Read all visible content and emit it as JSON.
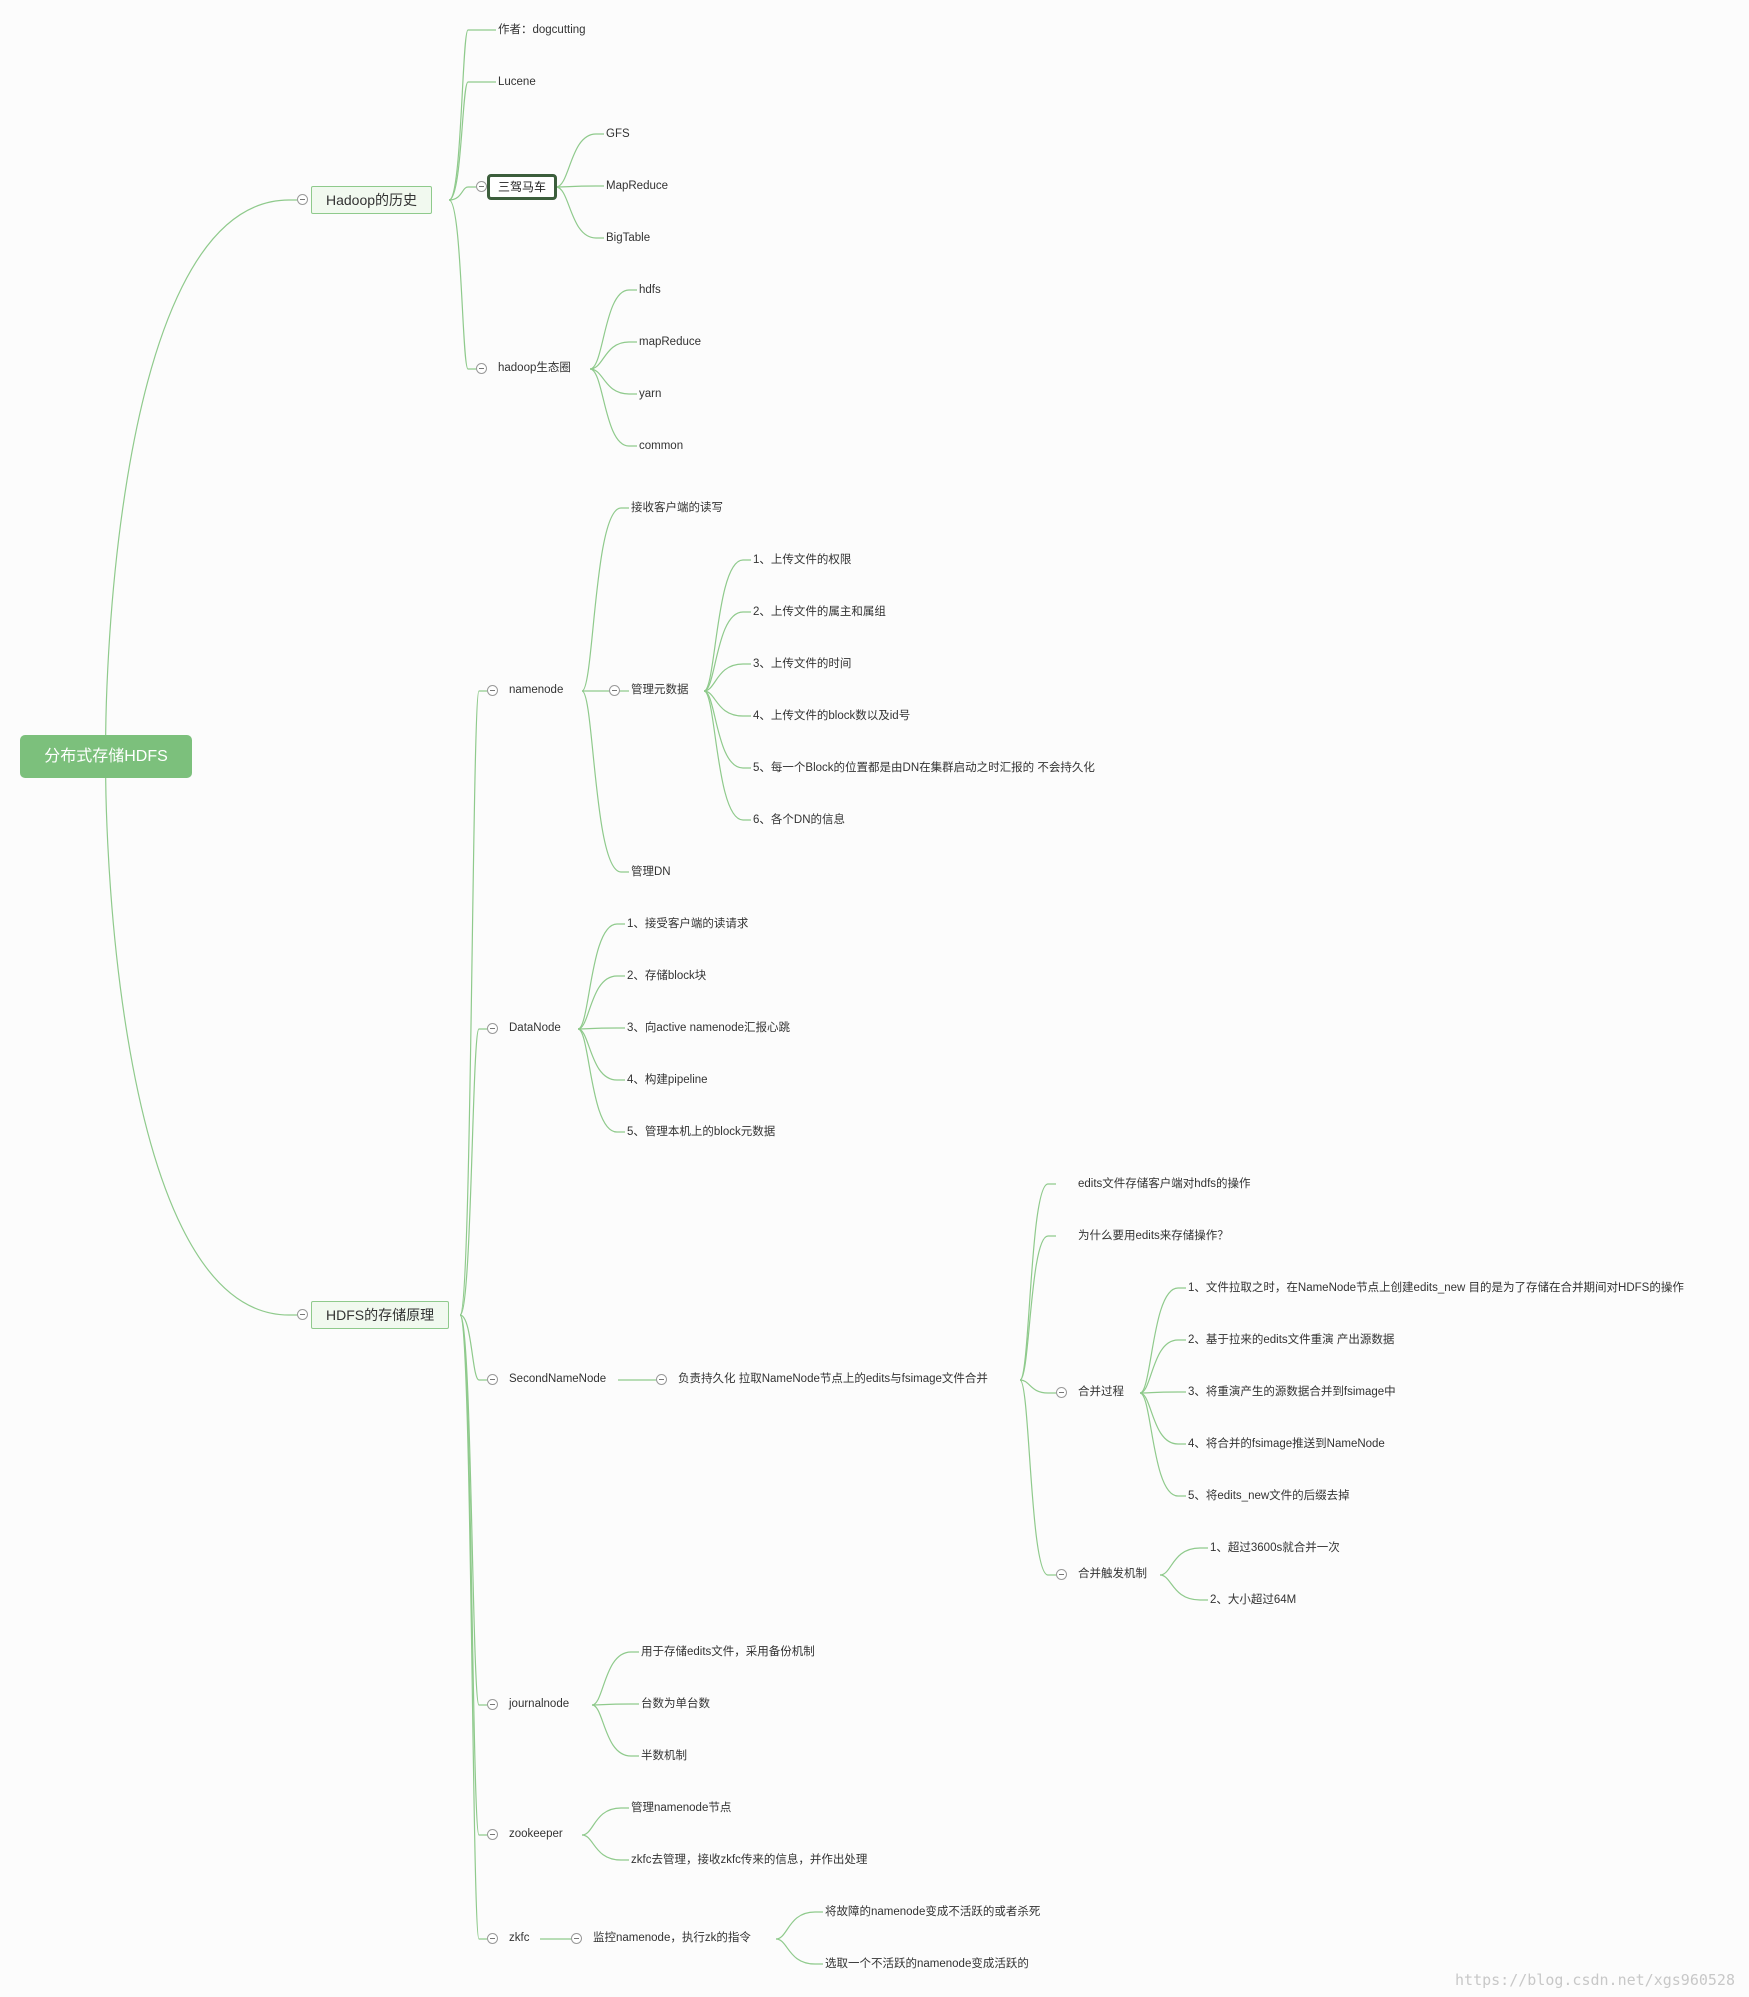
{
  "root": "分布式存储HDFS",
  "history": {
    "label": "Hadoop的历史",
    "author": "作者：dogcutting",
    "lucene": "Lucene",
    "troika": {
      "label": "三驾马车",
      "items": [
        "GFS",
        "MapReduce",
        "BigTable"
      ]
    },
    "ecosystem": {
      "label": "hadoop生态圈",
      "items": [
        "hdfs",
        "mapReduce",
        "yarn",
        "common"
      ]
    }
  },
  "storage": {
    "label": "HDFS的存储原理",
    "namenode": {
      "label": "namenode",
      "rw": "接收客户端的读写",
      "meta": {
        "label": "管理元数据",
        "items": [
          "1、上传文件的权限",
          "2、上传文件的属主和属组",
          "3、上传文件的时间",
          "4、上传文件的block数以及id号",
          "5、每一个Block的位置都是由DN在集群启动之时汇报的 不会持久化",
          "6、各个DN的信息"
        ]
      },
      "dn": "管理DN"
    },
    "datanode": {
      "label": "DataNode",
      "items": [
        "1、接受客户端的读请求",
        "2、存储block块",
        "3、向active namenode汇报心跳",
        "4、构建pipeline",
        "5、管理本机上的block元数据"
      ]
    },
    "secondnamenode": {
      "label": "SecondNameNode",
      "duty": "负责持久化 拉取NameNode节点上的edits与fsimage文件合并",
      "edits_store": "edits文件存储客户端对hdfs的操作",
      "why": "为什么要用edits来存储操作？",
      "merge": {
        "label": "合并过程",
        "items": [
          "1、文件拉取之时，在NameNode节点上创建edits_new 目的是为了存储在合并期间对HDFS的操作",
          "2、基于拉来的edits文件重演 产出源数据",
          "3、将重演产生的源数据合并到fsimage中",
          "4、将合并的fsimage推送到NameNode",
          "5、将edits_new文件的后缀去掉"
        ]
      },
      "trigger": {
        "label": "合并触发机制",
        "items": [
          "1、超过3600s就合并一次",
          "2、大小超过64M"
        ]
      }
    },
    "journalnode": {
      "label": "journalnode",
      "items": [
        "用于存储edits文件，采用备份机制",
        "台数为单台数",
        "半数机制"
      ]
    },
    "zookeeper": {
      "label": "zookeeper",
      "items": [
        "管理namenode节点",
        "zkfc去管理，接收zkfc传来的信息，并作出处理"
      ]
    },
    "zkfc": {
      "label": "zkfc",
      "monitor": "监控namenode，执行zk的指令",
      "items": [
        "将故障的namenode变成不活跃的或者杀死",
        "选取一个不活跃的namenode变成活跃的"
      ]
    }
  },
  "watermark": "https://blog.csdn.net/xgs960528",
  "colors": {
    "line": "#8fca8c",
    "root_fill": "#7cc07c",
    "selected_border": "#3c5e3c"
  }
}
